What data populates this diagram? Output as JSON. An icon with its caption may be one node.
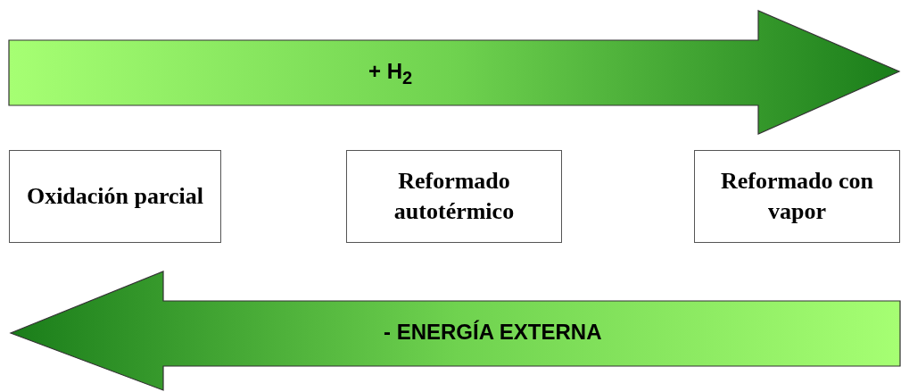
{
  "diagram": {
    "nodes": [
      {
        "text": [
          "Oxidación parcial"
        ]
      },
      {
        "text": [
          "Reformado autotérmico"
        ]
      },
      {
        "text": [
          "Reformado con vapor"
        ]
      }
    ],
    "labels": [
      "+ H$_{2}$",
      "- ENERGÍA EXTERNA"
    ]
  }
}
